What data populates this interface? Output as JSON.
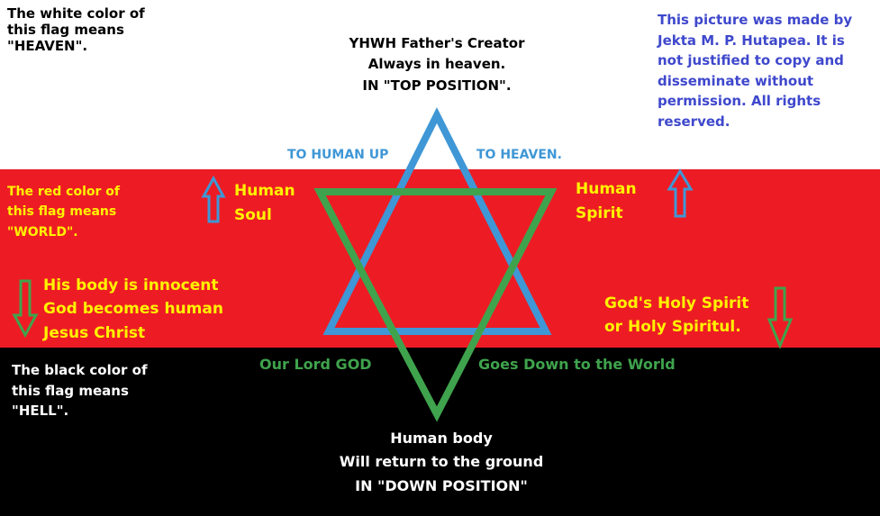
{
  "colors": {
    "white": "#ffffff",
    "red": "#ed1c24",
    "black": "#000000",
    "blue": "#3f97d6",
    "green": "#3fa34d",
    "yellow": "#fff200",
    "purple": "#3f48cc"
  },
  "white_section": {
    "meaning": [
      "The white color of",
      "this flag means",
      "\"HEAVEN\"."
    ],
    "top_text": [
      "YHWH Father's Creator",
      "Always in heaven.",
      "IN \"TOP POSITION\"."
    ],
    "copyright": [
      "This picture was made by",
      "Jekta M. P. Hutapea. It is",
      "not justified to copy and",
      "disseminate without",
      "permission. All rights",
      "reserved."
    ],
    "up_left": "TO HUMAN UP",
    "up_right": "TO HEAVEN."
  },
  "red_section": {
    "meaning": [
      "The red color of",
      "this flag means",
      "\"WORLD\"."
    ],
    "soul": [
      "Human",
      "Soul"
    ],
    "spirit": [
      "Human",
      "Spirit"
    ],
    "jesus": [
      "His body is innocent",
      "God becomes human",
      "Jesus Christ"
    ],
    "holy_spirit": [
      "God's Holy Spirit",
      "or Holy Spiritul."
    ]
  },
  "black_section": {
    "meaning": [
      "The black color of",
      "this flag means",
      "\"HELL\"."
    ],
    "down_left": "Our Lord GOD",
    "down_right": "Goes Down to the World",
    "bottom_text": [
      "Human body",
      "Will return to the ground",
      "IN \"DOWN POSITION\""
    ]
  },
  "icons": {
    "up_arrows": "up-arrow-icon",
    "down_arrows": "down-arrow-icon"
  }
}
